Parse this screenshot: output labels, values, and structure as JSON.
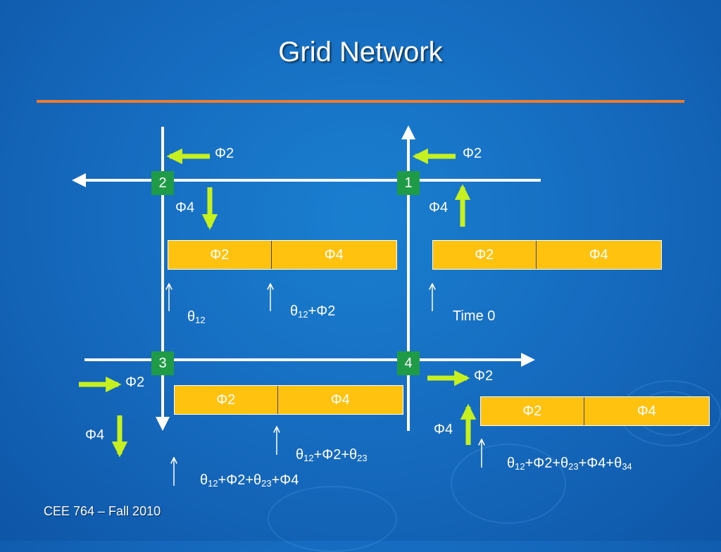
{
  "title": "Grid Network",
  "footer": "CEE 764 – Fall 2010",
  "colors": {
    "accent_rule": "#f07a2a",
    "node_fill": "#1f9a46",
    "phase_bar": "#ffc20e",
    "phase_arrow": "#c6f01f",
    "background": "#1569bd"
  },
  "nodes": {
    "n1": "1",
    "n2": "2",
    "n3": "3",
    "n4": "4"
  },
  "phases": {
    "p2": "Φ2",
    "p4": "Φ4"
  },
  "annotations": {
    "theta12": "θ",
    "theta12_sub": "12",
    "theta": "θ",
    "sub12": "12",
    "sub23": "12",
    "t23": "23",
    "t34": "34",
    "plus_phi2": "+Φ2",
    "plus_phi2_plus_theta": "+Φ2+θ",
    "plus_phi4_plus_theta": "+Φ4+θ",
    "plus_phi4": "+Φ4",
    "time0": "Time 0"
  }
}
